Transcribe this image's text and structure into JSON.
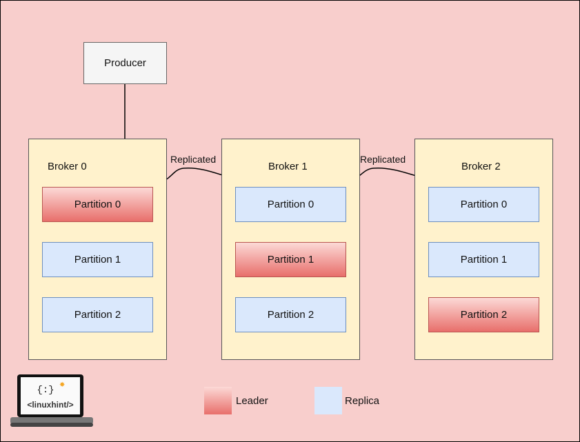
{
  "producer": {
    "label": "Producer"
  },
  "brokers": [
    {
      "label": "Broker 0",
      "partitions": [
        "Partition 0",
        "Partition 1",
        "Partition 2"
      ],
      "leader_index": 0
    },
    {
      "label": "Broker 1",
      "partitions": [
        "Partition 0",
        "Partition 1",
        "Partition 2"
      ],
      "leader_index": 1
    },
    {
      "label": "Broker 2",
      "partitions": [
        "Partition 0",
        "Partition 1",
        "Partition 2"
      ],
      "leader_index": 2
    }
  ],
  "edges": [
    {
      "label": "Replicated"
    },
    {
      "label": "Replicated"
    }
  ],
  "legend": {
    "leader": "Leader",
    "replica": "Replica"
  },
  "logo": {
    "text": "<linuxhint/>"
  },
  "colors": {
    "background": "#f8cecc",
    "broker_fill": "#fff2cc",
    "leader_fill": "#e86f6b",
    "replica_fill": "#dae8fc",
    "producer_fill": "#f5f5f5"
  }
}
